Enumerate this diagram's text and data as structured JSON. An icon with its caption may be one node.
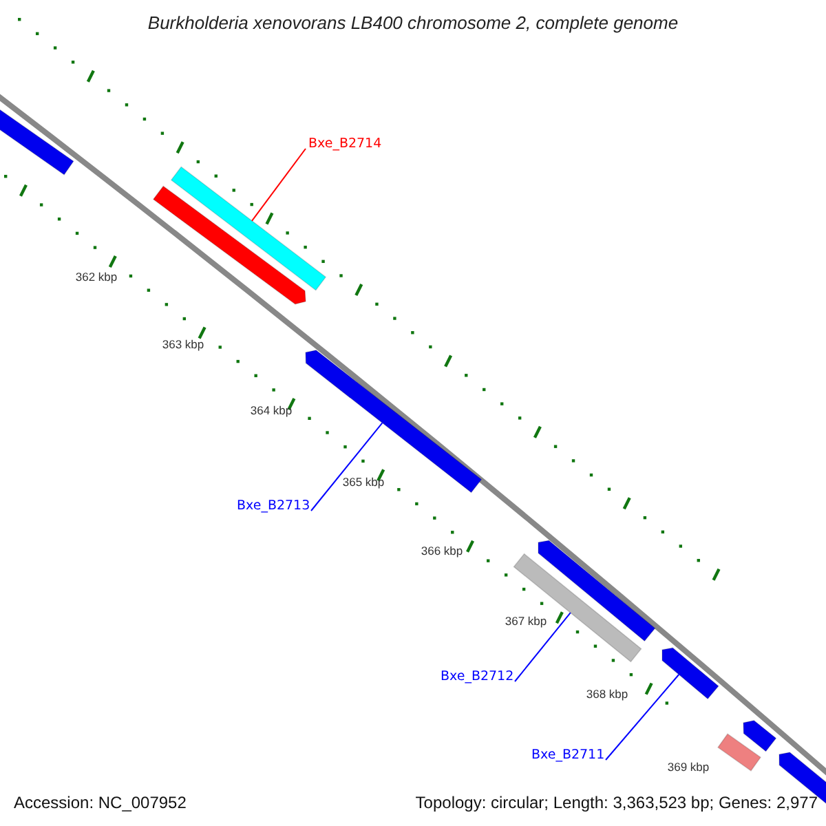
{
  "diagram": {
    "title": "Burkholderia xenovorans LB400 chromosome 2, complete genome",
    "nodes": [
      {
        "text": [
          "Bxe_B2714"
        ]
      },
      {
        "text": [
          "Bxe_B2713"
        ]
      },
      {
        "text": [
          "Bxe_B2712"
        ]
      },
      {
        "text": [
          "Bxe_B2711"
        ]
      },
      {
        "text": [],
        "shape": "bar"
      },
      {
        "text": [],
        "shape": "bar"
      },
      {
        "text": [],
        "shape": "bar"
      },
      {
        "text": [],
        "shape": "bar"
      },
      {
        "text": [],
        "shape": "bar"
      },
      {
        "text": [],
        "shape": "bar"
      },
      {
        "text": [],
        "shape": "bar"
      },
      {
        "text": [],
        "shape": "bar"
      },
      {
        "text": [],
        "shape": "bar"
      },
      {
        "text": [],
        "shape": "bar"
      }
    ],
    "edges": [
      {
        "from": 0,
        "to": 6,
        "arrow": "none",
        "color": "#ff0000"
      },
      {
        "from": 1,
        "to": 7,
        "arrow": "none"
      },
      {
        "from": 2,
        "to": 8,
        "arrow": "none"
      },
      {
        "from": 3,
        "to": 10,
        "arrow": "none"
      }
    ],
    "labels": [
      "362 kbp",
      "363 kbp",
      "364 kbp",
      "365 kbp",
      "366 kbp",
      "367 kbp",
      "368 kbp",
      "369 kbp",
      "Accession: NC_007952",
      "Topology: circular; Length: 3,363,523 bp; Genes: 2,977"
    ]
  }
}
